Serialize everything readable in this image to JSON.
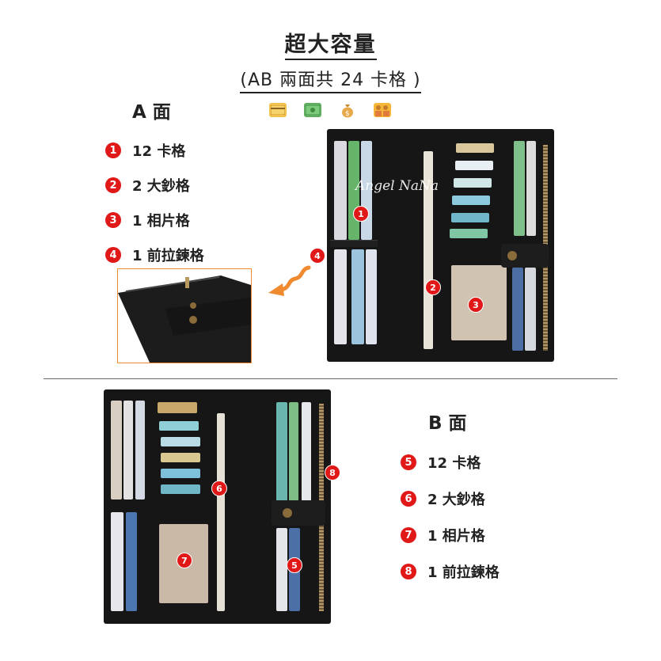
{
  "header": {
    "title": "超大容量",
    "subtitle": "(AB 兩面共 24 卡格 )"
  },
  "side_a": {
    "label": "A 面",
    "features": [
      {
        "num": "1",
        "text": "12 卡格"
      },
      {
        "num": "2",
        "text": "2 大鈔格"
      },
      {
        "num": "3",
        "text": "1 相片格"
      },
      {
        "num": "4",
        "text": "1 前拉鍊格"
      }
    ],
    "icons": [
      "credit-card-icon",
      "banknote-icon",
      "money-bag-icon",
      "family-icon"
    ]
  },
  "side_b": {
    "label": "B 面",
    "features": [
      {
        "num": "5",
        "text": "12 卡格"
      },
      {
        "num": "6",
        "text": "2 大鈔格"
      },
      {
        "num": "7",
        "text": "1 相片格"
      },
      {
        "num": "8",
        "text": "1 前拉鍊格"
      }
    ]
  },
  "photo": {
    "watermark": "Angel NaNa",
    "callouts_a": [
      "1",
      "2",
      "3",
      "4"
    ],
    "callouts_b": [
      "5",
      "6",
      "7",
      "8"
    ]
  },
  "colors": {
    "badge": "#e01818",
    "accent_arrow": "#f08a30",
    "wallet": "#161616"
  }
}
